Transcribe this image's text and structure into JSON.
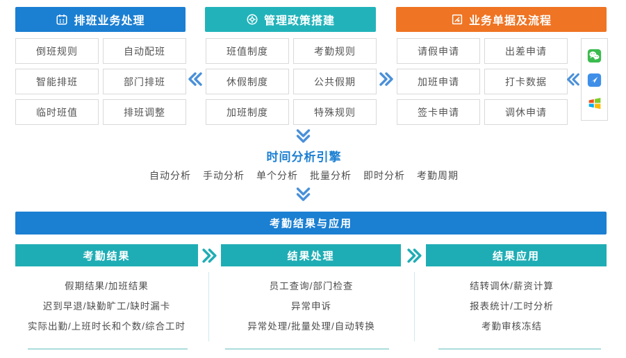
{
  "top_sections": [
    {
      "title": "排班业务处理",
      "icon": "calendar-icon",
      "items": [
        "倒班规则",
        "自动配班",
        "智能排班",
        "部门排班",
        "临时班值",
        "排班调整"
      ]
    },
    {
      "title": "管理政策搭建",
      "icon": "gear-icon",
      "items": [
        "班值制度",
        "考勤规则",
        "休假制度",
        "公共假期",
        "加班制度",
        "特殊规则"
      ]
    },
    {
      "title": "业务单据及流程",
      "icon": "form-icon",
      "items": [
        "请假申请",
        "出差申请",
        "加班申请",
        "打卡数据",
        "签卡申请",
        "调休申请"
      ]
    }
  ],
  "channel_icons": [
    {
      "name": "wechat-icon"
    },
    {
      "name": "app-icon"
    },
    {
      "name": "windows-icon"
    }
  ],
  "engine": {
    "title": "时间分析引擎",
    "modes": [
      "自动分析",
      "手动分析",
      "单个分析",
      "批量分析",
      "即时分析",
      "考勤周期"
    ]
  },
  "results": {
    "banner": "考勤结果与应用",
    "columns": [
      {
        "title": "考勤结果",
        "items": [
          "假期结果/加班结果",
          "迟到早退/缺勤旷工/缺时漏卡",
          "实际出勤/上班时长和个数/综合工时"
        ]
      },
      {
        "title": "结果处理",
        "items": [
          "员工查询/部门检查",
          "异常申诉",
          "异常处理/批量处理/自动转换"
        ]
      },
      {
        "title": "结果应用",
        "items": [
          "结转调休/薪资计算",
          "报表统计/工时分析",
          "考勤审核冻结"
        ]
      }
    ]
  },
  "colors": {
    "blue": "#1b7fd2",
    "teal": "#22b3ba",
    "orange": "#ef7423",
    "chevron_blue": "#4a90d9",
    "chevron_teal": "#1fadb5"
  }
}
